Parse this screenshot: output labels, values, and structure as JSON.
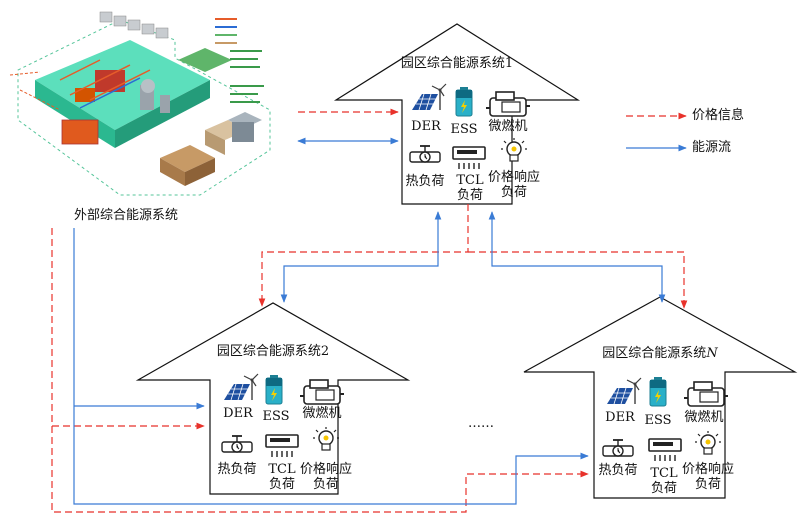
{
  "legend": {
    "price_info": "价格信息",
    "energy_flow": "能源流"
  },
  "external_system": {
    "label": "外部综合能源系统"
  },
  "park_systems": [
    {
      "title": "园区综合能源系统1",
      "icons": {
        "der": "DER",
        "ess": "ESS",
        "micro_turbine": "微燃机",
        "heat_load": "热负荷",
        "tcl_load_line1": "TCL",
        "tcl_load_line2": "负荷",
        "price_response_line1": "价格响应",
        "price_response_line2": "负荷"
      }
    },
    {
      "title": "园区综合能源系统2",
      "icons": {
        "der": "DER",
        "ess": "ESS",
        "micro_turbine": "微燃机",
        "heat_load": "热负荷",
        "tcl_load_line1": "TCL",
        "tcl_load_line2": "负荷",
        "price_response_line1": "价格响应",
        "price_response_line2": "负荷"
      }
    },
    {
      "title_prefix": "园区综合能源系统",
      "title_suffix": "N",
      "icons": {
        "der": "DER",
        "ess": "ESS",
        "micro_turbine": "微燃机",
        "heat_load": "热负荷",
        "tcl_load_line1": "TCL",
        "tcl_load_line2": "负荷",
        "price_response_line1": "价格响应",
        "price_response_line2": "负荷"
      }
    }
  ],
  "ellipsis": "……",
  "colors": {
    "price_line": "#e8322b",
    "energy_line": "#3a7bd5",
    "house_outline": "#111111",
    "solar_panel": "#1e4fa0",
    "battery": "#2ab0c8",
    "iso_platform": "#3fd9b0"
  }
}
